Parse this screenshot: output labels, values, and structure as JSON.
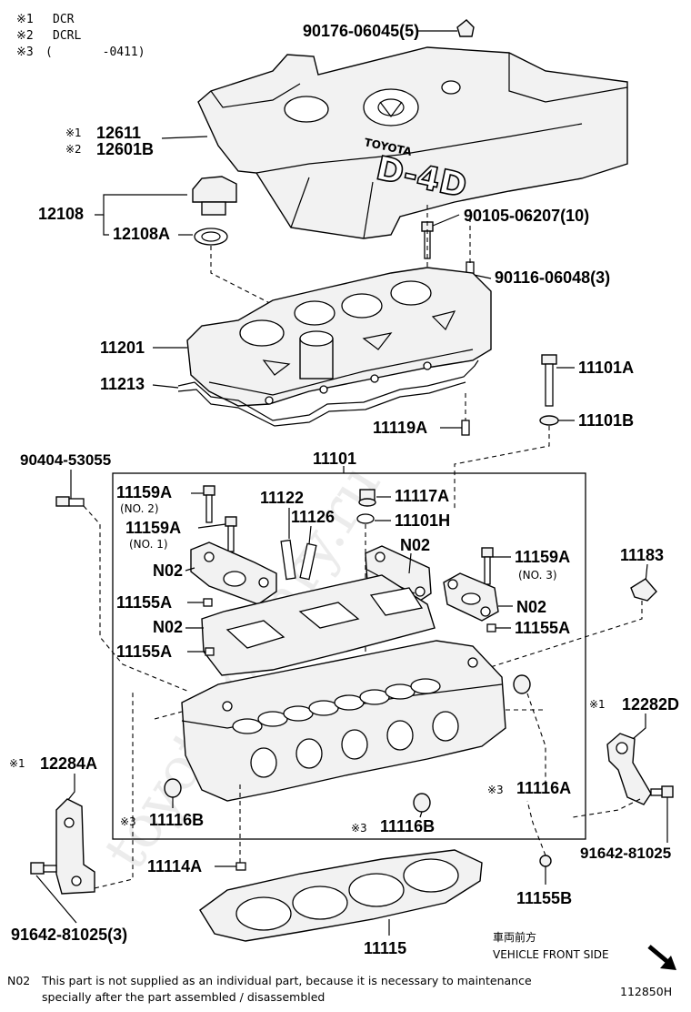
{
  "header_notes": [
    {
      "mark": "※1",
      "text": "DCR"
    },
    {
      "mark": "※2",
      "text": "DCRL"
    },
    {
      "mark": "※3",
      "text": "(       -0411)"
    }
  ],
  "cover_lettering": {
    "brand": "TOYOTA",
    "model": "D-4D"
  },
  "callouts": {
    "bolt_top": "90176-06045(5)",
    "cover_1": "12611",
    "cover_2": "12601B",
    "cover_mark_1": "※1",
    "cover_mark_2": "※2",
    "cap": "12108",
    "cap_gasket": "12108A",
    "bolt_cover": "90105-06207(10)",
    "stud_cover": "90116-06048(3)",
    "head_cover": "11201",
    "head_cover_gasket": "11213",
    "bolt_head": "11101A",
    "washer_head": "11101B",
    "pin_cover": "11119A",
    "stud_left": "90404-53055",
    "head_assy": "11101",
    "bolt_cap_no2": "11159A",
    "bolt_cap_no2_note": "(NO. 2)",
    "bolt_cap_no1": "11159A",
    "bolt_cap_no1_note": "(NO. 1)",
    "guide_1": "11122",
    "guide_2": "11126",
    "plug": "11117A",
    "plug_gasket": "11101H",
    "n02_a": "N02",
    "n02_b": "N02",
    "n02_c": "N02",
    "n02_d": "N02",
    "bolt_cap_no3": "11159A",
    "bolt_cap_no3_note": "(NO. 3)",
    "bracket_right": "11183",
    "pin_a": "11155A",
    "pin_b": "11155A",
    "pin_c": "11155A",
    "hanger_right": "12282D",
    "hanger_right_mark": "※1",
    "hanger_left": "12284A",
    "hanger_left_mark": "※1",
    "plug_right": "11116A",
    "plug_right_mark": "※3",
    "plug_left": "11116B",
    "plug_left_mark": "※3",
    "plug_mid": "11116B",
    "plug_mid_mark": "※3",
    "pin_bottom": "11114A",
    "gasket_head": "11115",
    "pin_bottom_right": "11155B",
    "bolt_bottom_right": "91642-81025",
    "bolt_bottom_left": "91642-81025(3)"
  },
  "front_label": {
    "jp": "車両前方",
    "en": "VEHICLE FRONT SIDE"
  },
  "footnote": {
    "code": "N02",
    "line1": "This part is not supplied as an individual part, because it is necessary to maintenance",
    "line2": "specially after the part assembled / disassembled"
  },
  "diagram_id": "112850H",
  "watermark": "toyota-camry.ru"
}
